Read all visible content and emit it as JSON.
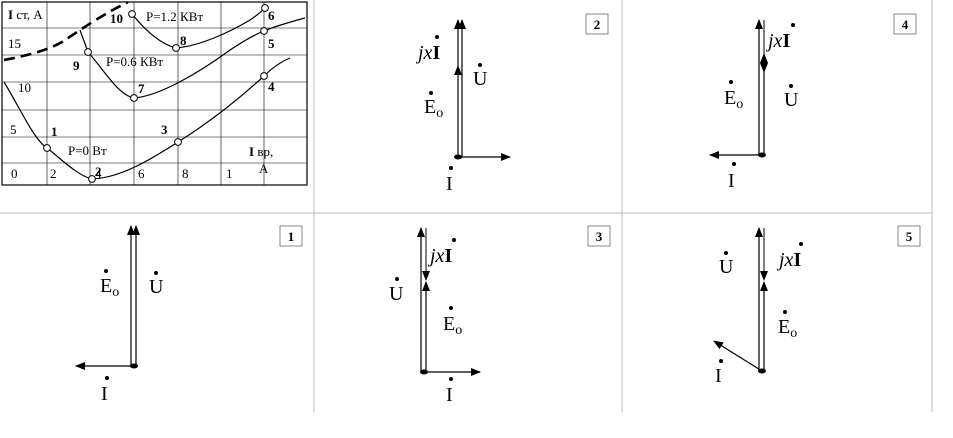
{
  "chart": {
    "y_label_main": "I",
    "y_label_rest": " ст, А",
    "x_label_main": "I",
    "x_label_rest": " вр,",
    "x_label_unit": "А",
    "y_ticks": [
      "15",
      "10",
      "5"
    ],
    "x_ticks": [
      "0",
      "2",
      "4",
      "6",
      "8",
      "1"
    ],
    "curves": [
      {
        "label": "P=0 Вт"
      },
      {
        "label": "P=0.6 КВт"
      },
      {
        "label": "P=1.2 КВт"
      }
    ],
    "points": [
      "1",
      "2",
      "3",
      "4",
      "5",
      "6",
      "7",
      "8",
      "9",
      "10"
    ]
  },
  "phasors": {
    "I": "I",
    "U": "U",
    "E_main": "E",
    "E_sub": "o",
    "jx_prefix": "jx",
    "jx_I": "I"
  },
  "panels": [
    {
      "number": "2"
    },
    {
      "number": "4"
    },
    {
      "number": "1"
    },
    {
      "number": "3"
    },
    {
      "number": "5"
    }
  ]
}
